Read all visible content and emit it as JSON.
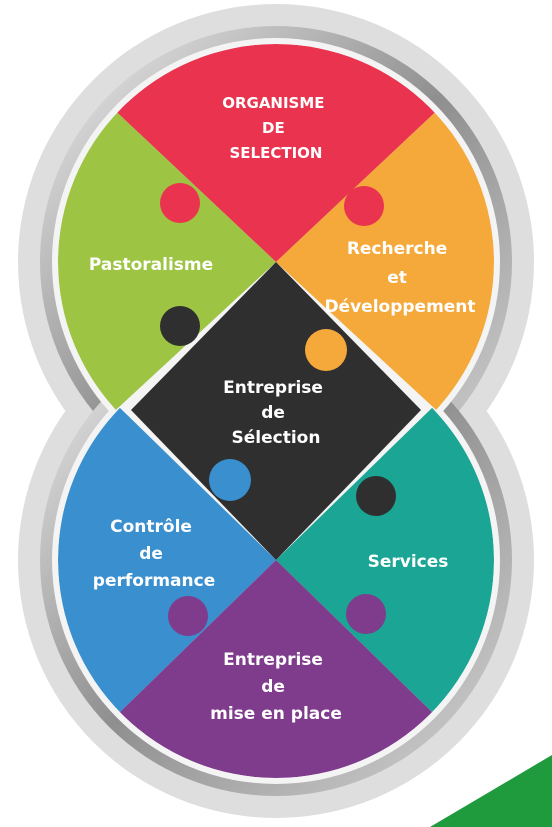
{
  "diagram": {
    "segments": {
      "organisme": {
        "lines": [
          "ORGANISME",
          "DE",
          "SELECTION"
        ],
        "color": "#e9334f"
      },
      "recherche": {
        "lines": [
          "Recherche",
          "et",
          "Développement"
        ],
        "color": "#f5a93a"
      },
      "pastoralisme": {
        "lines": [
          "Pastoralisme"
        ],
        "color": "#9dc443"
      },
      "entreprise_selection": {
        "lines": [
          "Entreprise",
          "de",
          "Sélection"
        ],
        "color": "#2f2f2f"
      },
      "controle": {
        "lines": [
          "Contrôle",
          "de",
          "performance"
        ],
        "color": "#3a8fcf"
      },
      "services": {
        "lines": [
          "Services"
        ],
        "color": "#1aa595"
      },
      "entreprise_place": {
        "lines": [
          "Entreprise",
          "de",
          "mise en place"
        ],
        "color": "#7f3b8c"
      }
    },
    "frame_colors": {
      "outer": "#dcdcdc",
      "ring": "#9a9a9a"
    },
    "corner_accent_color": "#1f9a3c"
  }
}
